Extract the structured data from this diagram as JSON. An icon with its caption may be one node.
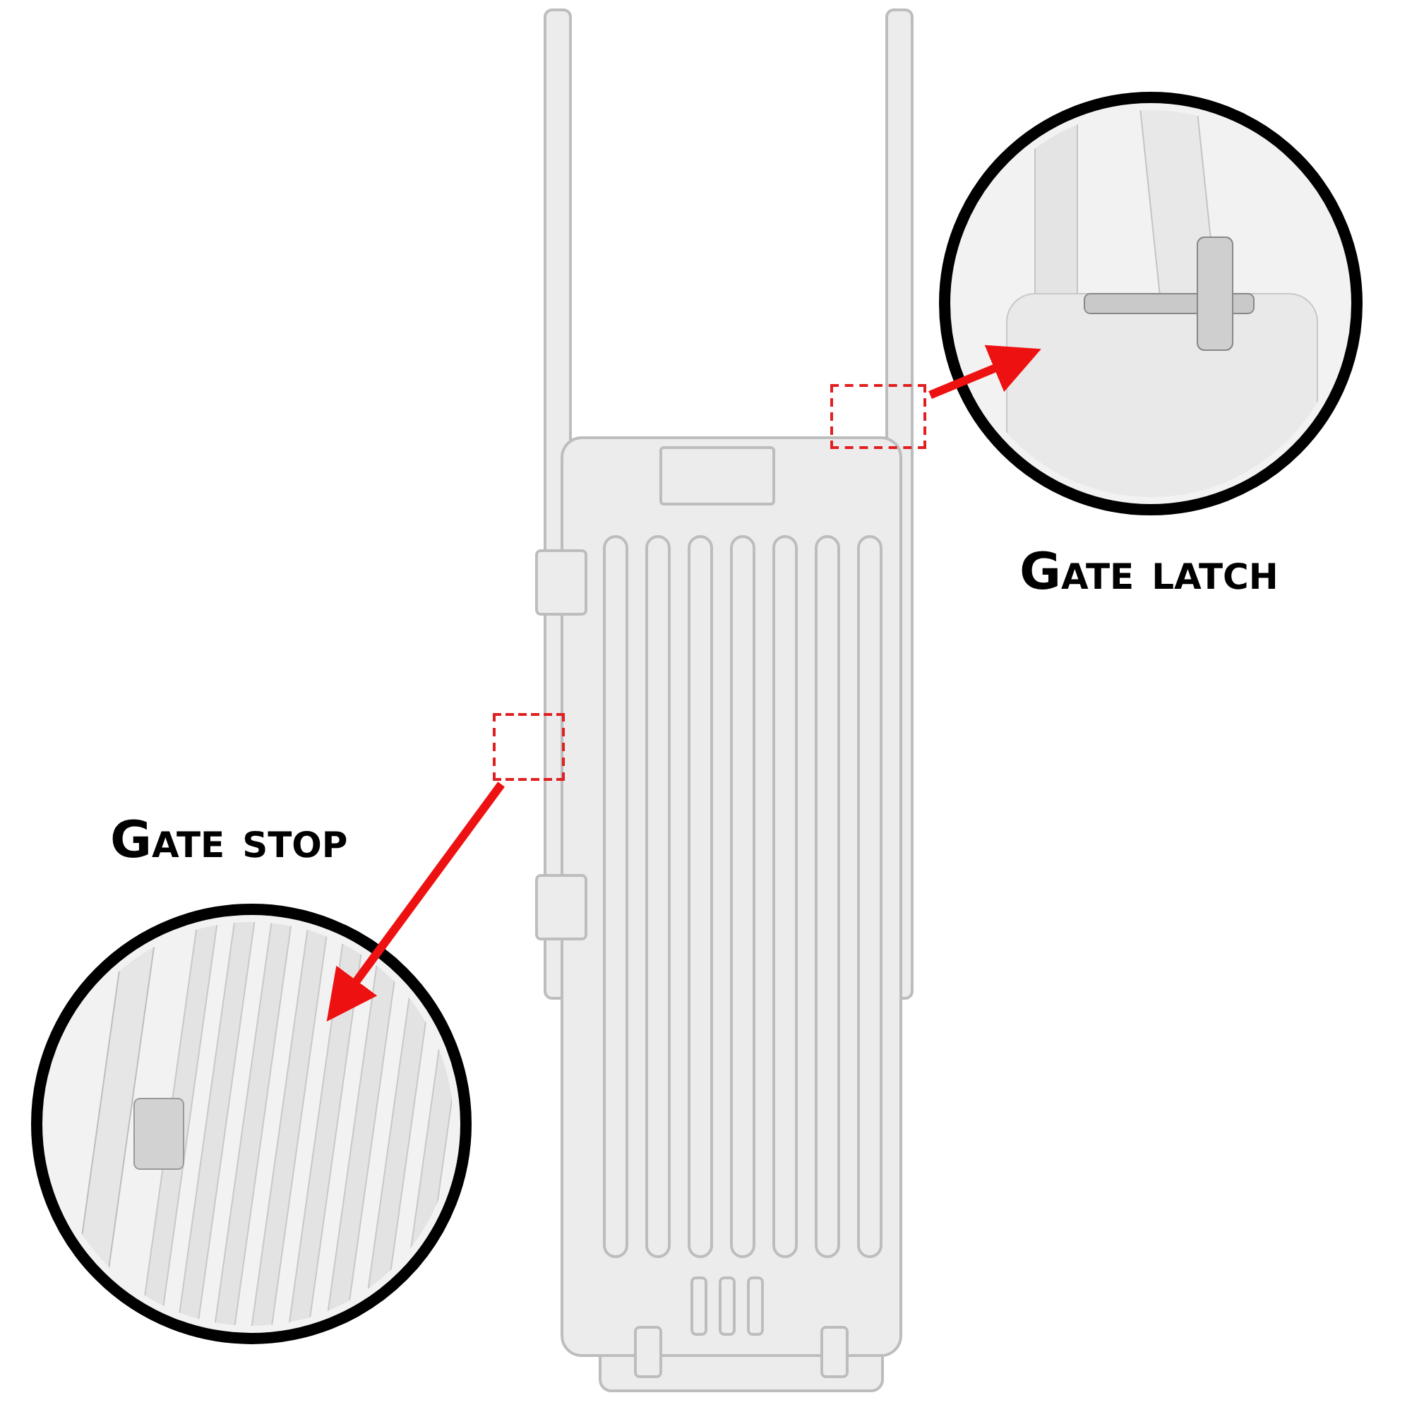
{
  "diagram": {
    "nodes": [
      {
        "text": [],
        "shape": "picture"
      },
      {
        "text": [],
        "shape": "box"
      },
      {
        "text": [],
        "shape": "circle",
        "beside": [
          "Gate latch"
        ]
      },
      {
        "text": [],
        "shape": "box"
      },
      {
        "text": [],
        "shape": "circle",
        "beside": [
          "Gate stop"
        ]
      }
    ],
    "edges": [
      {
        "from": 1,
        "to": 2,
        "arrow": "to"
      },
      {
        "from": 3,
        "to": 4,
        "arrow": "to"
      }
    ]
  }
}
